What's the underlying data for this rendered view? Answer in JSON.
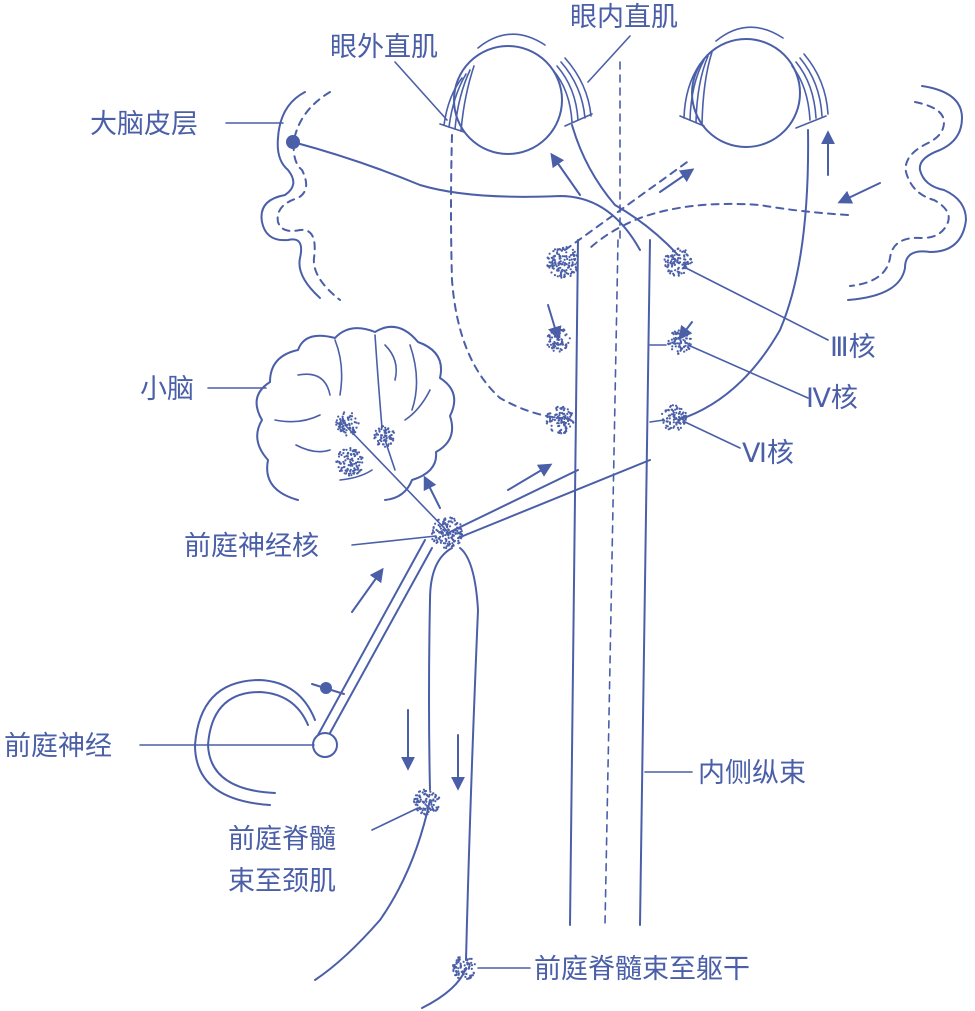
{
  "colors": {
    "stroke": "#4a5fa8",
    "background": "#ffffff"
  },
  "labels": {
    "lateral_rectus": "眼外直肌",
    "medial_rectus": "眼内直肌",
    "cerebral_cortex": "大脑皮层",
    "cerebellum": "小脑",
    "vestibular_nuclei": "前庭神经核",
    "vestibular_nerve": "前庭神经",
    "vestibulospinal_neck_line1": "前庭脊髓",
    "vestibulospinal_neck_line2": "束至颈肌",
    "vestibulospinal_trunk": "前庭脊髓束至躯干",
    "mlf": "内侧纵束",
    "nucleus_III": "Ⅲ核",
    "nucleus_IV": "Ⅳ核",
    "nucleus_VI": "Ⅵ核"
  }
}
